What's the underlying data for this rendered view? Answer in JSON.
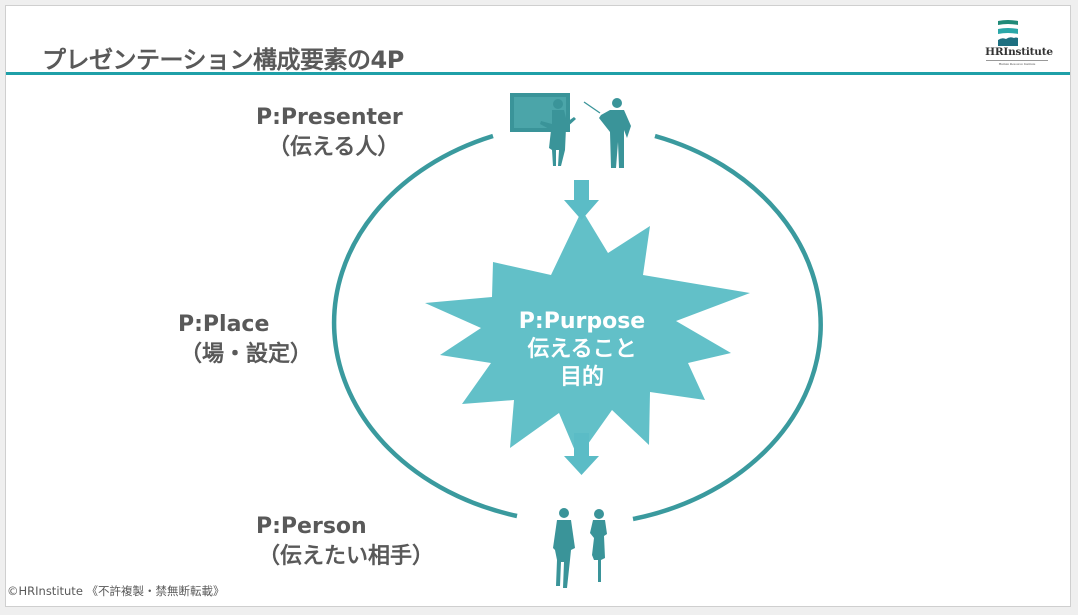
{
  "slide": {
    "title": "プレゼンテーション構成要素の4P",
    "logo": {
      "name": "HRInstitute",
      "subtitle": "Human Resource Institute",
      "icon": "hrinstitute-logo-icon"
    },
    "footer": "©HRInstitute 《不許複製・禁無断転載》"
  },
  "colors": {
    "title_rule": "#1fa0a8",
    "ellipse_stroke": "#3a9a9e",
    "burst_fill": "#62c0c8",
    "arrow_fill": "#5bbcc6",
    "icon_fill": "#3a9499",
    "label_text": "#595959"
  },
  "elements": {
    "presenter": {
      "title": "P:Presenter",
      "subtitle": "（伝える人）",
      "icon": "presenter-at-whiteboard-icon"
    },
    "place": {
      "title": "P:Place",
      "subtitle": "（場・設定）"
    },
    "purpose": {
      "line1": "P:Purpose",
      "line2": "伝えること",
      "line3": "目的"
    },
    "person": {
      "title": "P:Person",
      "subtitle": "（伝えたい相手）",
      "icon": "audience-people-icon"
    }
  },
  "arrows": [
    {
      "name": "presenter-to-purpose",
      "icon": "arrow-down-icon"
    },
    {
      "name": "purpose-to-person",
      "icon": "arrow-down-icon"
    }
  ]
}
